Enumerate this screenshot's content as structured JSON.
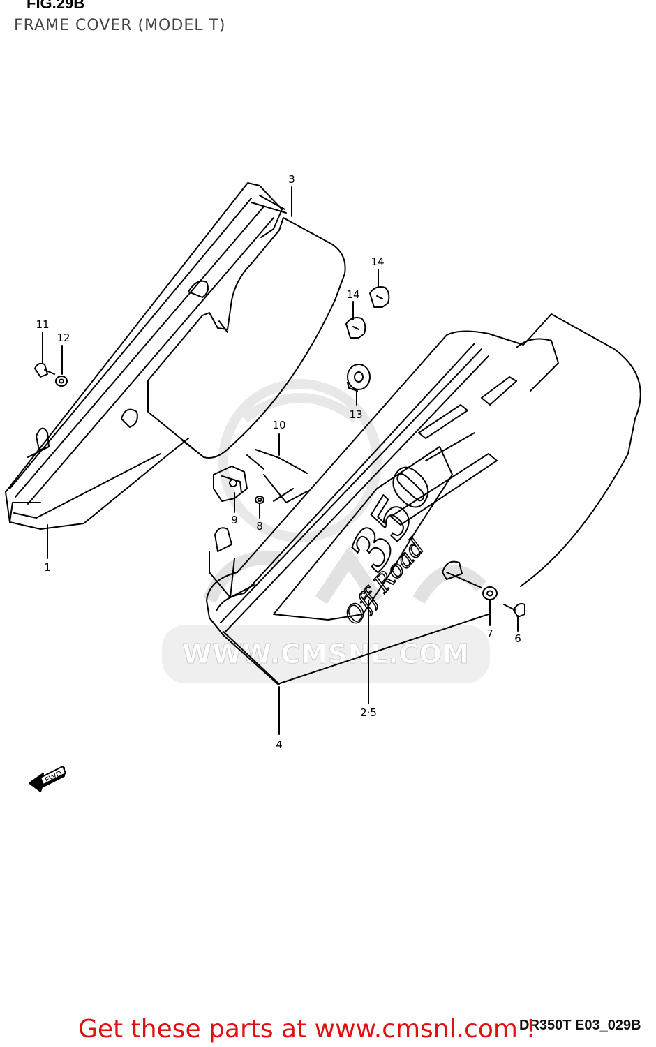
{
  "header": {
    "figure_number": "FIG.29B",
    "figure_title": "FRAME COVER (MODEL T)"
  },
  "callouts": [
    {
      "id": "c1",
      "text": "1"
    },
    {
      "id": "c3",
      "text": "3"
    },
    {
      "id": "c11",
      "text": "11"
    },
    {
      "id": "c12",
      "text": "12"
    },
    {
      "id": "c14a",
      "text": "14"
    },
    {
      "id": "c14b",
      "text": "14"
    },
    {
      "id": "c13",
      "text": "13"
    },
    {
      "id": "c10",
      "text": "10"
    },
    {
      "id": "c9",
      "text": "9"
    },
    {
      "id": "c8",
      "text": "8"
    },
    {
      "id": "c7",
      "text": "7"
    },
    {
      "id": "c6",
      "text": "6"
    },
    {
      "id": "c25",
      "text": "2·5"
    },
    {
      "id": "c4",
      "text": "4"
    }
  ],
  "decal": {
    "number": "350",
    "script": "Off Road"
  },
  "fwd_arrow": {
    "text": "FWD"
  },
  "watermark": {
    "url": "WWW.CMSNL.COM"
  },
  "footer": {
    "drawing_code": "DR350T E03_029B",
    "link_text": "Get these parts at www.cmsnl.com !"
  },
  "colors": {
    "line": "#000000",
    "link": "#e01010",
    "watermark": "#d2d2d2"
  }
}
